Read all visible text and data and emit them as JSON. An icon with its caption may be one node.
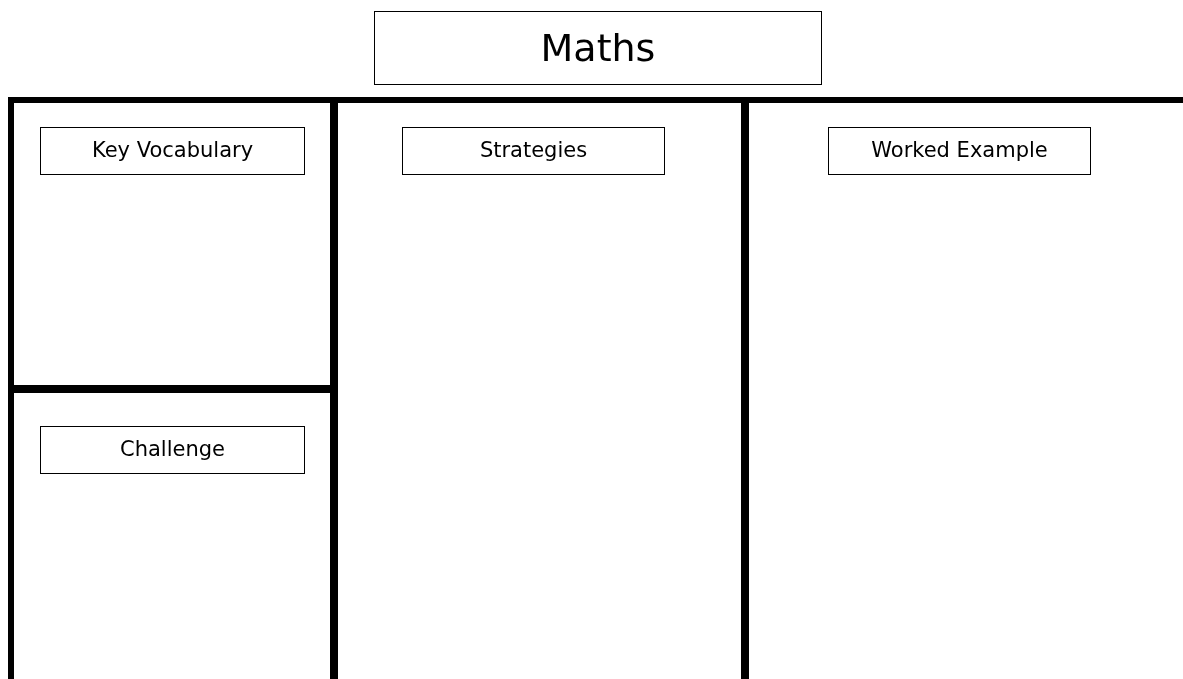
{
  "diagram": {
    "nodes": [
      {
        "text": [
          "Maths"
        ]
      },
      {
        "text": [],
        "shape": "box"
      },
      {
        "text": [
          "Key Vocabulary"
        ],
        "in": 1
      },
      {
        "text": [],
        "shape": "box"
      },
      {
        "text": [
          "Challenge"
        ],
        "in": 3
      },
      {
        "text": [],
        "shape": "box"
      },
      {
        "text": [
          "Strategies"
        ],
        "in": 5
      },
      {
        "text": [],
        "shape": "box"
      },
      {
        "text": [
          "Worked Example"
        ],
        "in": 7
      }
    ]
  }
}
